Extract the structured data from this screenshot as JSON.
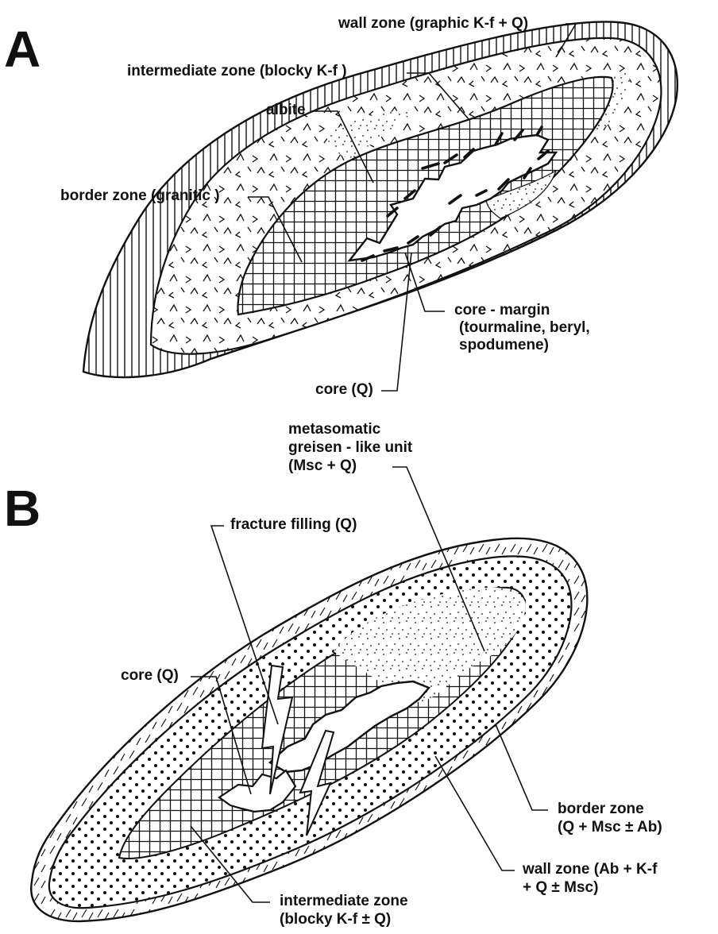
{
  "panel_a": {
    "letter": "A",
    "labels": {
      "wall_zone": "wall zone (graphic K-f + Q)",
      "intermediate_zone": "intermediate zone (blocky K-f )",
      "albite": "albite",
      "border_zone": "border zone (granitic )",
      "core_margin_1": "core - margin",
      "core_margin_2": "(tourmaline, beryl,",
      "core_margin_3": "spodumene)",
      "core": "core (Q)"
    }
  },
  "panel_b": {
    "letter": "B",
    "labels": {
      "metasomatic_1": "metasomatic",
      "metasomatic_2": "greisen - like unit",
      "metasomatic_3": "(Msc + Q)",
      "fracture_filling": "fracture filling (Q)",
      "core": "core (Q)",
      "border_zone_1": "border zone",
      "border_zone_2": "(Q + Msc ± Ab)",
      "wall_zone_1": "wall zone (Ab + K-f",
      "wall_zone_2": "+ Q ± Msc)",
      "intermediate_zone_1": "intermediate zone",
      "intermediate_zone_2": "(blocky K-f ± Q)"
    }
  }
}
